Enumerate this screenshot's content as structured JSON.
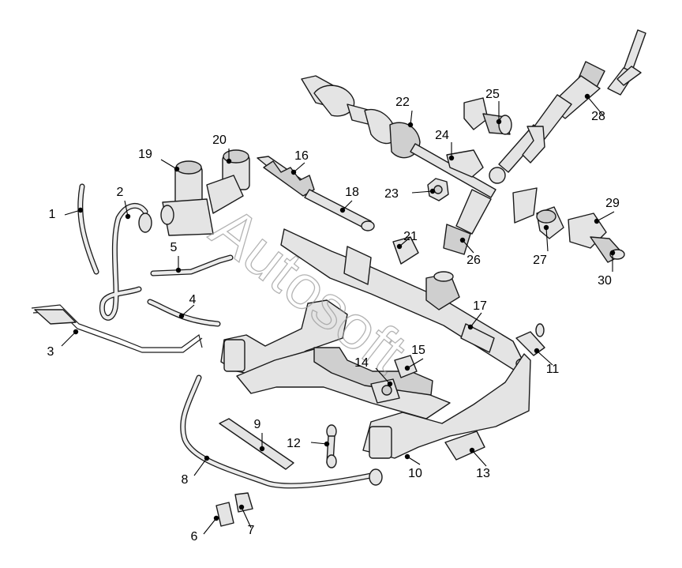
{
  "watermark": "Autosoft",
  "callouts": [
    {
      "n": "1"
    },
    {
      "n": "2"
    },
    {
      "n": "3"
    },
    {
      "n": "4"
    },
    {
      "n": "5"
    },
    {
      "n": "6"
    },
    {
      "n": "7"
    },
    {
      "n": "8"
    },
    {
      "n": "9"
    },
    {
      "n": "10"
    },
    {
      "n": "11"
    },
    {
      "n": "12"
    },
    {
      "n": "13"
    },
    {
      "n": "14"
    },
    {
      "n": "15"
    },
    {
      "n": "16"
    },
    {
      "n": "17"
    },
    {
      "n": "18"
    },
    {
      "n": "19"
    },
    {
      "n": "20"
    },
    {
      "n": "21"
    },
    {
      "n": "22"
    },
    {
      "n": "23"
    },
    {
      "n": "24"
    },
    {
      "n": "25"
    },
    {
      "n": "26"
    },
    {
      "n": "27"
    },
    {
      "n": "28"
    },
    {
      "n": "29"
    },
    {
      "n": "30"
    }
  ]
}
